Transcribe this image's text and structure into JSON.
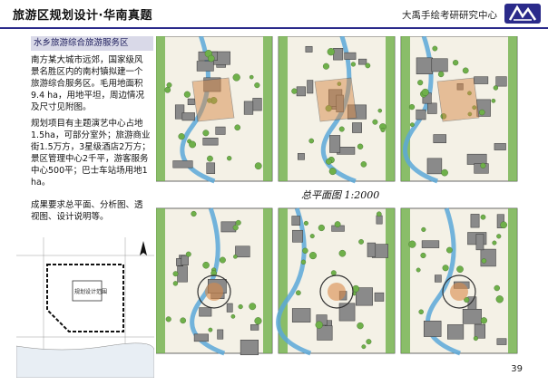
{
  "header": {
    "title": "旅游区规划设计·华南真题",
    "org": "大禹手绘考研研究中心"
  },
  "brief": {
    "heading": "水乡旅游综合旅游服务区",
    "paragraphs": [
      "南方某大城市远郊，国家级风景名胜区内的南村镇拟建一个旅游综合服务区。毛用地面积 9.4 ha，用地平坦，周边情况及尺寸见附图。",
      "规划项目有主题演艺中心占地1.5ha，可部分室外；旅游商业街1.5万方，3星级酒店2万方；景区管理中心2千平，游客服务中心500平；巴士车站场用地1ha。",
      "成果要求总平面、分析图、透视图、设计说明等。"
    ]
  },
  "site_map": {
    "label": "规划设计范围"
  },
  "plans": {
    "caption": "总平面图 1:2000",
    "colors": {
      "water": "#5aa8d8",
      "green": "#6fb04a",
      "building": "#8a8a8a",
      "road": "#f4f1e6",
      "accent": "#d88a4a"
    }
  },
  "footer": {
    "page": "39"
  }
}
